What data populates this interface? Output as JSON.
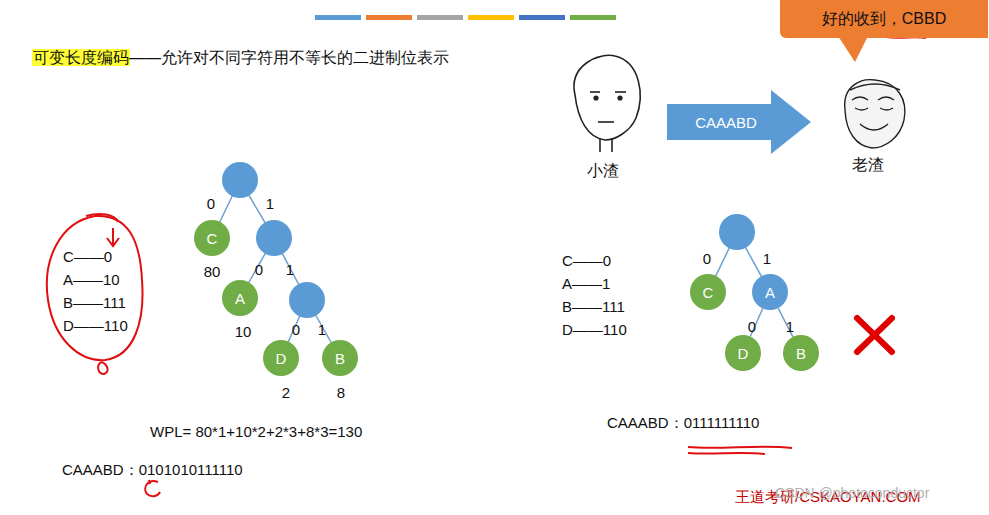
{
  "diagram": {
    "title": "可变长度编码——允许对不同字符用不等长的二进制位表示",
    "nodes": [
      {
        "text": [
          "好的收到，CBBD"
        ]
      },
      {
        "text": [
          "CAAABD"
        ]
      },
      {
        "text": [
          "C"
        ]
      },
      {
        "text": [
          "A"
        ]
      },
      {
        "text": [
          "D"
        ]
      },
      {
        "text": [
          "B"
        ]
      },
      {
        "text": [
          "C"
        ]
      },
      {
        "text": [
          "A"
        ]
      },
      {
        "text": [
          "D"
        ]
      },
      {
        "text": [
          "B"
        ]
      }
    ],
    "edges": [
      {
        "from": 7,
        "to": 8,
        "label": "0",
        "arrow": "none"
      },
      {
        "from": 7,
        "to": 9,
        "label": "1",
        "arrow": "none"
      }
    ],
    "labels": [
      "0",
      "1",
      "80",
      "0",
      "1",
      "10",
      "0",
      "1",
      "2",
      "8",
      "C——0",
      "A——10",
      "B——111",
      "D——110",
      "WPL= 80*1+10*2+2*3+8*3=130",
      "CAAABD：0101010111110",
      "小渣",
      "老渣",
      "C——0",
      "A——1",
      "B——111",
      "D——110",
      "0",
      "1",
      "CAAABD：0111111110",
      "王道考研/CSKAOYAN.COM",
      "CSDN @photoconductor"
    ]
  }
}
